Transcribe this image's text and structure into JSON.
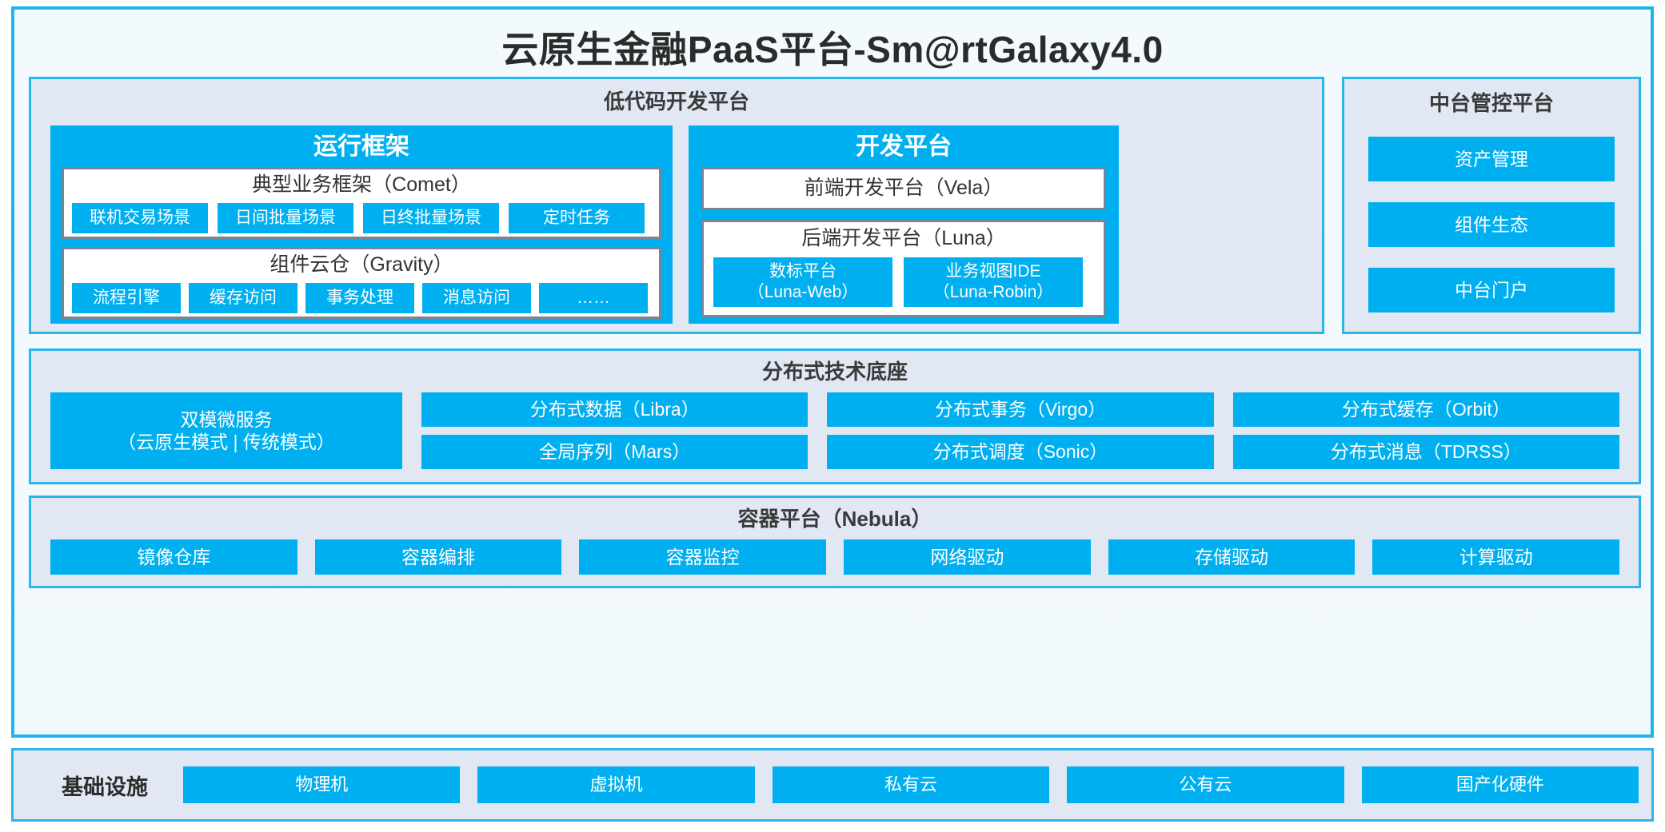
{
  "title": "云原生金融PaaS平台-Sm@rtGalaxy4.0",
  "colors": {
    "accent_blue": "#00AFEF",
    "panel_bg": "#E1E8F3",
    "panel_border": "#29B6EC",
    "group_border": "#7A8593",
    "card_bg": "#F3FAFD"
  },
  "lowcode": {
    "title": "低代码开发平台",
    "runtime": {
      "title": "运行框架",
      "groups": [
        {
          "title": "典型业务框架（Comet）",
          "items": [
            "联机交易场景",
            "日间批量场景",
            "日终批量场景",
            "定时任务"
          ]
        },
        {
          "title": "组件云仓（Gravity）",
          "items": [
            "流程引擎",
            "缓存访问",
            "事务处理",
            "消息访问",
            "……"
          ]
        }
      ]
    },
    "devplatform": {
      "title": "开发平台",
      "frontend": "前端开发平台（Vela）",
      "backend": {
        "title": "后端开发平台（Luna）",
        "items": [
          {
            "line1": "数标平台",
            "line2": "（Luna-Web）"
          },
          {
            "line1": "业务视图IDE",
            "line2": "（Luna-Robin）"
          }
        ]
      }
    }
  },
  "midoffice": {
    "title": "中台管控平台",
    "items": [
      "资产管理",
      "组件生态",
      "中台门户"
    ]
  },
  "techbase": {
    "title": "分布式技术底座",
    "microservice": {
      "line1": "双模微服务",
      "line2": "（云原生模式 | 传统模式）"
    },
    "columns": [
      {
        "top": "分布式数据（Libra）",
        "bottom": "全局序列（Mars）"
      },
      {
        "top": "分布式事务（Virgo）",
        "bottom": "分布式调度（Sonic）"
      },
      {
        "top": "分布式缓存（Orbit）",
        "bottom": "分布式消息（TDRSS）"
      }
    ]
  },
  "container": {
    "title": "容器平台（Nebula）",
    "items": [
      "镜像仓库",
      "容器编排",
      "容器监控",
      "网络驱动",
      "存储驱动",
      "计算驱动"
    ]
  },
  "infrastructure": {
    "label": "基础设施",
    "items": [
      "物理机",
      "虚拟机",
      "私有云",
      "公有云",
      "国产化硬件"
    ]
  }
}
